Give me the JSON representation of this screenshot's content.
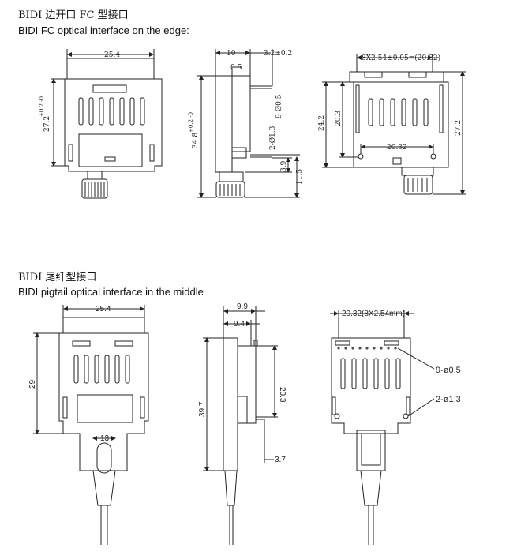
{
  "section1": {
    "title": "BIDI 边开口 FC 型接口",
    "subtitle": "BIDI FC optical interface on the edge:",
    "front": {
      "width": "25.4",
      "height": "27.2",
      "tol_h": "+0.2 -0"
    },
    "side": {
      "top": "10",
      "pin_len": "3.2±0.2",
      "thick": "0.5",
      "height": "34.8",
      "tol_h": "+0.2 -0",
      "pin_dia": "9-Ø0.5",
      "hole_dia": "2-Ø1.3",
      "pin_dist": "3.9",
      "bottom": "11.5"
    },
    "back": {
      "pitch": "8X2.54±0.05=(20.32)",
      "h1": "24.2",
      "h2": "20.3",
      "h3": "27.2",
      "w": "20.32"
    }
  },
  "section2": {
    "title": "BIDI 尾纤型接口",
    "subtitle": "BIDI pigtail optical interface in the middle",
    "front": {
      "width": "25.4",
      "height": "29",
      "fiber": "13"
    },
    "side": {
      "d1": "9.9",
      "d2": "9.4",
      "d3": "20.3",
      "d4": "39.7",
      "d5": "3.7"
    },
    "back": {
      "pitch": "20.32(8X2.54mm)",
      "pins": "9-ø0.5",
      "holes": "2-ø1.3"
    }
  }
}
